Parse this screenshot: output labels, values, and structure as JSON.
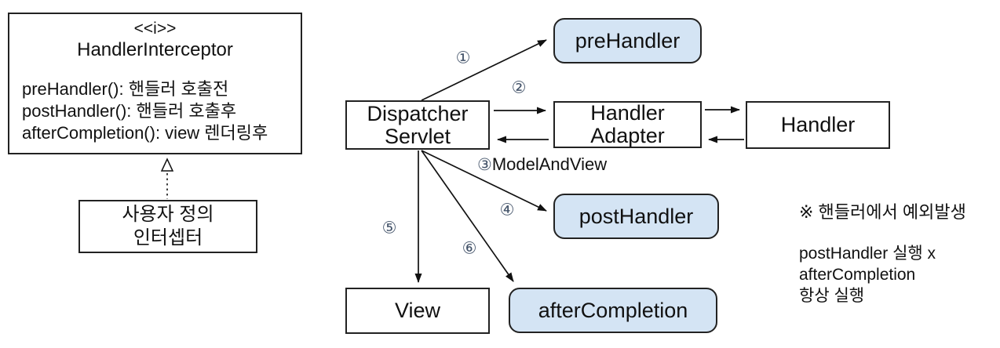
{
  "interceptor_box": {
    "stereotype": "<<i>>",
    "title": "HandlerInterceptor",
    "methods": [
      "preHandler(): 핸들러 호출전",
      "postHandler(): 핸들러 호출후",
      "afterCompletion(): view 렌더링후"
    ]
  },
  "custom_interceptor_box": {
    "line1": "사용자 정의",
    "line2": "인터셉터"
  },
  "nodes": {
    "dispatcher_servlet": {
      "line1": "Dispatcher",
      "line2": "Servlet"
    },
    "handler_adapter": {
      "line1": "Handler",
      "line2": "Adapter"
    },
    "handler": {
      "label": "Handler"
    },
    "view": {
      "label": "View"
    },
    "pre_handler": {
      "label": "preHandler"
    },
    "post_handler": {
      "label": "postHandler"
    },
    "after_completion": {
      "label": "afterCompletion"
    }
  },
  "steps": {
    "s1": "①",
    "s2": "②",
    "s3_num": "③",
    "s3_text": "ModelAndView",
    "s4": "④",
    "s5": "⑤",
    "s6": "⑥"
  },
  "note": {
    "line1": "※ 핸들러에서 예외발생",
    "line2": "postHandler 실행 x",
    "line3": "afterCompletion",
    "line4": "항상 실행"
  },
  "colors": {
    "callout_fill": "#d4e4f4",
    "box_border": "#222222",
    "step_color": "#44546a",
    "arrow_color": "#111111"
  }
}
